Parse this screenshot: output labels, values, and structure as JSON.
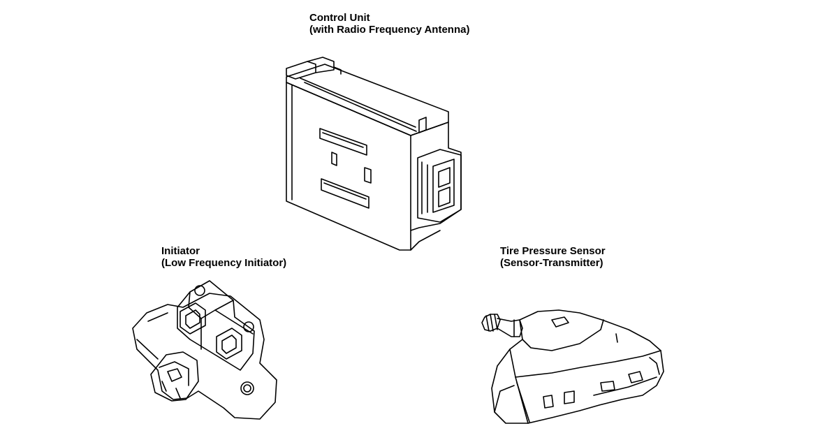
{
  "components": {
    "control_unit": {
      "name": "Control Unit",
      "detail": "(with Radio Frequency Antenna)"
    },
    "initiator": {
      "name": "Initiator",
      "detail": "(Low Frequency Initiator)"
    },
    "sensor": {
      "name": "Tire Pressure Sensor",
      "detail": "(Sensor-Transmitter)"
    }
  },
  "colors": {
    "line": "#000000",
    "background": "#ffffff"
  }
}
